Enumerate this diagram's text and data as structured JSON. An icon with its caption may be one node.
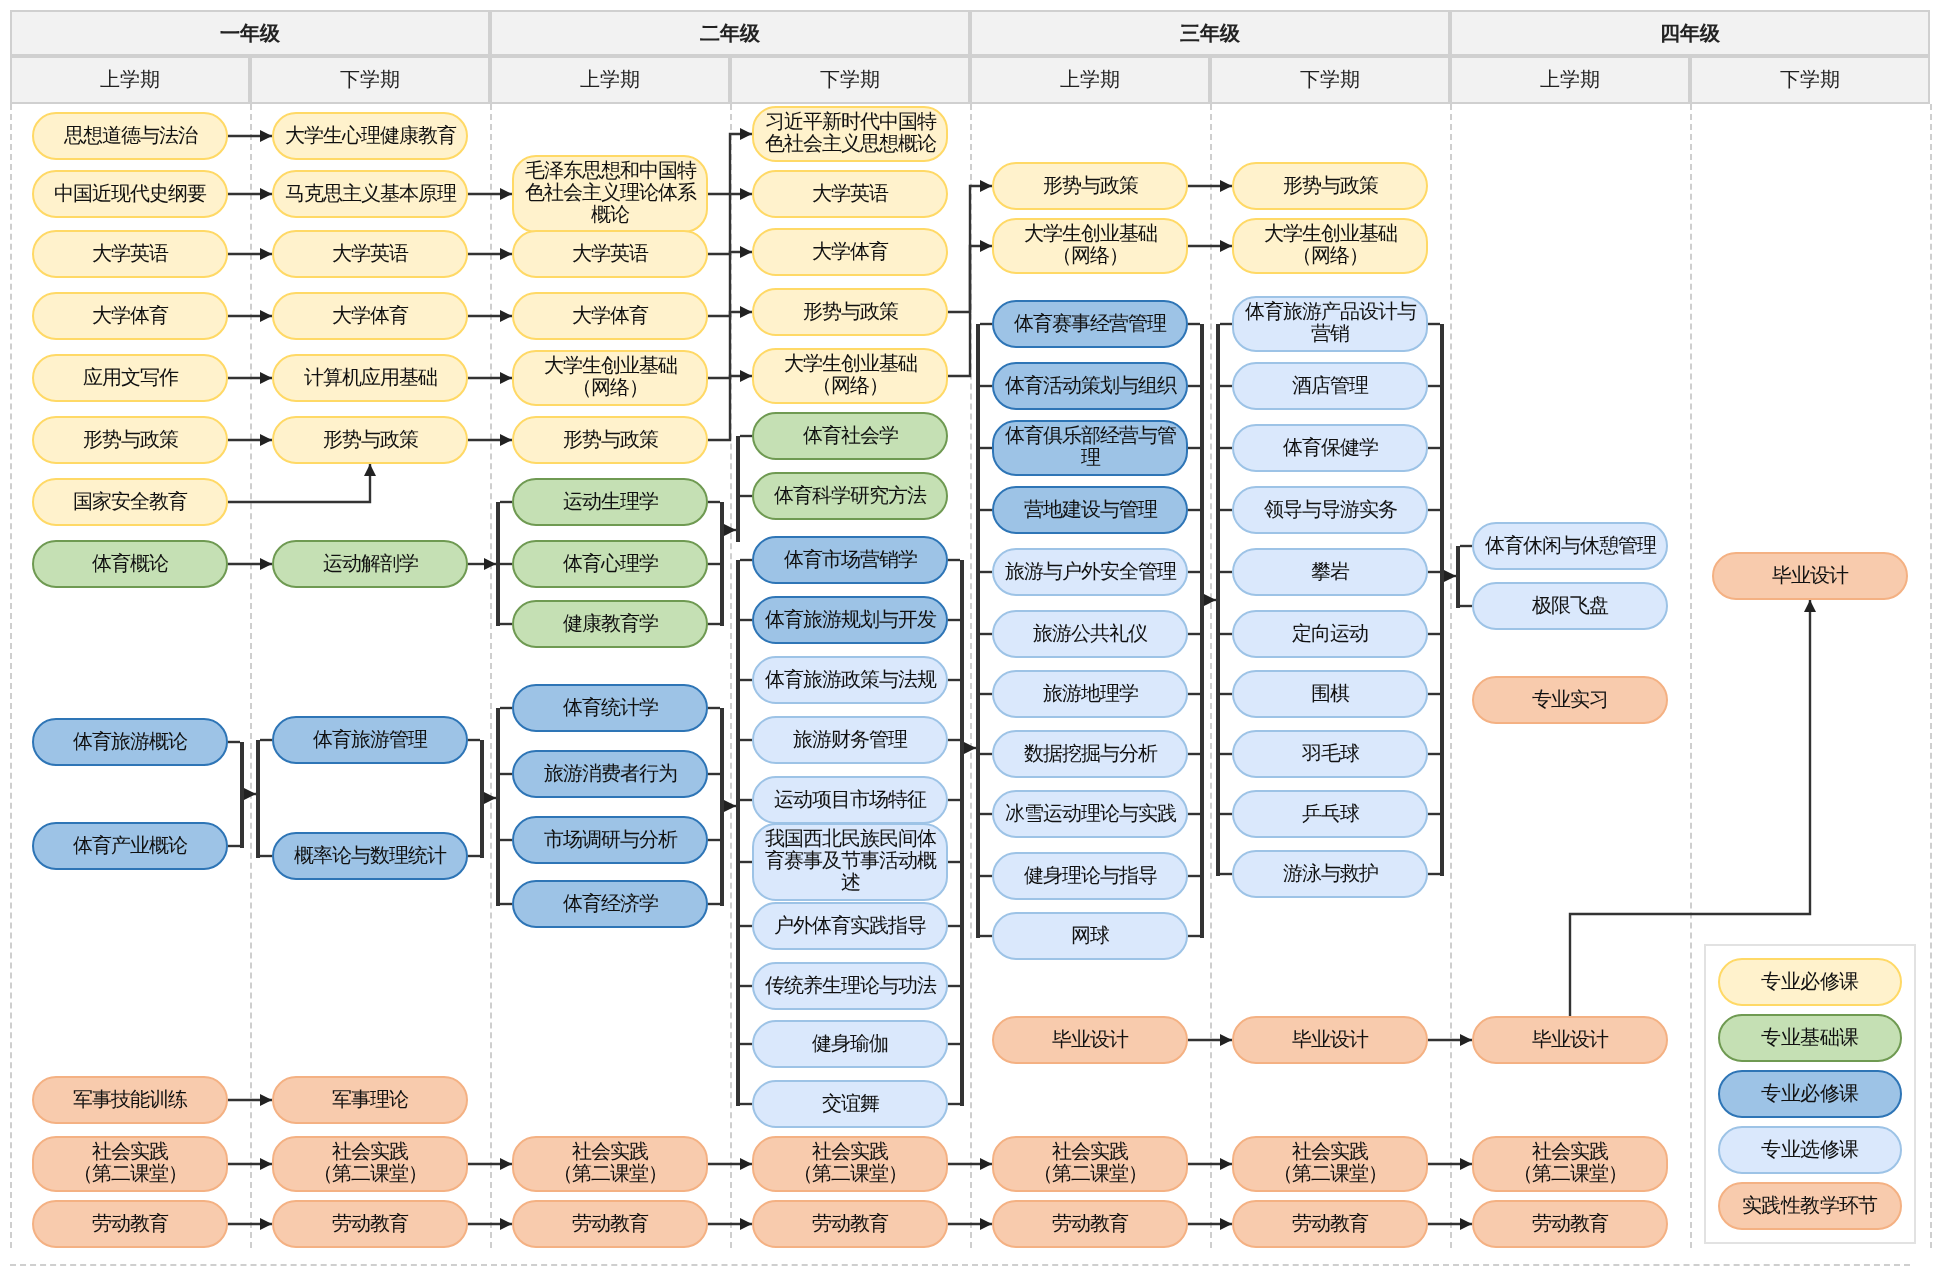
{
  "diagram": {
    "nodes": [
      {
        "text": [
          "思想道德与法治"
        ]
      },
      {
        "text": [
          "中国近现代史纲要"
        ]
      },
      {
        "text": [
          "大学英语"
        ]
      },
      {
        "text": [
          "大学体育"
        ]
      },
      {
        "text": [
          "应用文写作"
        ]
      },
      {
        "text": [
          "形势与政策"
        ]
      },
      {
        "text": [
          "国家安全教育"
        ]
      },
      {
        "text": [
          "体育概论"
        ]
      },
      {
        "text": [
          "体育旅游概论"
        ]
      },
      {
        "text": [
          "体育产业概论"
        ]
      },
      {
        "text": [
          "军事技能训练"
        ]
      },
      {
        "text": [
          "社会实践（第二课堂）"
        ]
      },
      {
        "text": [
          "劳动教育"
        ]
      },
      {
        "text": [
          "大学生心理健康教育"
        ]
      },
      {
        "text": [
          "马克思主义基本原理"
        ]
      },
      {
        "text": [
          "大学英语"
        ]
      },
      {
        "text": [
          "大学体育"
        ]
      },
      {
        "text": [
          "计算机应用基础"
        ]
      },
      {
        "text": [
          "形势与政策"
        ]
      },
      {
        "text": [
          "运动解剖学"
        ]
      },
      {
        "text": [
          "体育旅游管理"
        ]
      },
      {
        "text": [
          "概率论与数理统计"
        ]
      },
      {
        "text": [
          "军事理论"
        ]
      },
      {
        "text": [
          "社会实践（第二课堂）"
        ]
      },
      {
        "text": [
          "劳动教育"
        ]
      },
      {
        "text": [
          "毛泽东思想和中国特色社会主义理论体系概论"
        ]
      },
      {
        "text": [
          "大学英语"
        ]
      },
      {
        "text": [
          "大学体育"
        ]
      },
      {
        "text": [
          "大学生创业基础（网络）"
        ]
      },
      {
        "text": [
          "形势与政策"
        ]
      },
      {
        "text": [
          "运动生理学"
        ]
      },
      {
        "text": [
          "体育心理学"
        ]
      },
      {
        "text": [
          "健康教育学"
        ]
      },
      {
        "text": [
          "体育统计学"
        ]
      },
      {
        "text": [
          "旅游消费者行为"
        ]
      },
      {
        "text": [
          "市场调研与分析"
        ]
      },
      {
        "text": [
          "体育经济学"
        ]
      },
      {
        "text": [
          "社会实践（第二课堂）"
        ]
      },
      {
        "text": [
          "劳动教育"
        ]
      },
      {
        "text": [
          "习近平新时代中国特色社会主义思想概论"
        ]
      },
      {
        "text": [
          "大学英语"
        ]
      },
      {
        "text": [
          "大学体育"
        ]
      },
      {
        "text": [
          "形势与政策"
        ]
      },
      {
        "text": [
          "大学生创业基础（网络）"
        ]
      },
      {
        "text": [
          "体育社会学"
        ]
      },
      {
        "text": [
          "体育科学研究方法"
        ]
      },
      {
        "text": [
          "体育市场营销学"
        ]
      },
      {
        "text": [
          "体育旅游规划与开发"
        ]
      },
      {
        "text": [
          "体育旅游政策与法规"
        ]
      },
      {
        "text": [
          "旅游财务管理"
        ]
      },
      {
        "text": [
          "运动项目市场特征"
        ]
      },
      {
        "text": [
          "我国西北民族民间体育赛事及节事活动概述"
        ]
      },
      {
        "text": [
          "户外体育实践指导"
        ]
      },
      {
        "text": [
          "传统养生理论与功法"
        ]
      },
      {
        "text": [
          "健身瑜伽"
        ]
      },
      {
        "text": [
          "交谊舞"
        ]
      },
      {
        "text": [
          "社会实践（第二课堂）"
        ]
      },
      {
        "text": [
          "劳动教育"
        ]
      },
      {
        "text": [
          "形势与政策"
        ]
      },
      {
        "text": [
          "大学生创业基础（网络）"
        ]
      },
      {
        "text": [
          "体育赛事经营管理"
        ]
      },
      {
        "text": [
          "体育活动策划与组织"
        ]
      },
      {
        "text": [
          "体育俱乐部经营与管理"
        ]
      },
      {
        "text": [
          "营地建设与管理"
        ]
      },
      {
        "text": [
          "旅游与户外安全管理"
        ]
      },
      {
        "text": [
          "旅游公共礼仪"
        ]
      },
      {
        "text": [
          "旅游地理学"
        ]
      },
      {
        "text": [
          "数据挖掘与分析"
        ]
      },
      {
        "text": [
          "冰雪运动理论与实践"
        ]
      },
      {
        "text": [
          "健身理论与指导"
        ]
      },
      {
        "text": [
          "网球"
        ]
      },
      {
        "text": [
          "毕业设计"
        ]
      },
      {
        "text": [
          "社会实践（第二课堂）"
        ]
      },
      {
        "text": [
          "劳动教育"
        ]
      },
      {
        "text": [
          "形势与政策"
        ]
      },
      {
        "text": [
          "大学生创业基础（网络）"
        ]
      },
      {
        "text": [
          "体育旅游产品设计与营销"
        ]
      },
      {
        "text": [
          "酒店管理"
        ]
      },
      {
        "text": [
          "体育保健学"
        ]
      },
      {
        "text": [
          "领导与导游实务"
        ]
      },
      {
        "text": [
          "攀岩"
        ]
      },
      {
        "text": [
          "定向运动"
        ]
      },
      {
        "text": [
          "围棋"
        ]
      },
      {
        "text": [
          "羽毛球"
        ]
      },
      {
        "text": [
          "乒乓球"
        ]
      },
      {
        "text": [
          "游泳与救护"
        ]
      },
      {
        "text": [
          "毕业设计"
        ]
      },
      {
        "text": [
          "社会实践（第二课堂）"
        ]
      },
      {
        "text": [
          "劳动教育"
        ]
      },
      {
        "text": [
          "体育休闲与休憩管理"
        ]
      },
      {
        "text": [
          "极限飞盘"
        ]
      },
      {
        "text": [
          "专业实习"
        ]
      },
      {
        "text": [
          "毕业设计"
        ]
      },
      {
        "text": [
          "社会实践（第二课堂）"
        ]
      },
      {
        "text": [
          "劳动教育"
        ]
      },
      {
        "text": [
          "毕业设计"
        ]
      },
      {
        "text": [],
        "shape": "bar"
      },
      {
        "text": [],
        "shape": "bar"
      },
      {
        "text": [],
        "shape": "bar"
      },
      {
        "text": [],
        "shape": "bar"
      },
      {
        "text": [],
        "shape": "bar"
      },
      {
        "text": [],
        "shape": "bar"
      },
      {
        "text": [],
        "shape": "bar"
      },
      {
        "text": [],
        "shape": "bar"
      },
      {
        "text": [],
        "shape": "bar"
      },
      {
        "text": [],
        "shape": "bar"
      },
      {
        "text": [],
        "shape": "bar"
      },
      {
        "text": [],
        "shape": "bar"
      },
      {
        "text": [],
        "shape": "bar"
      },
      {
        "text": [],
        "shape": "bar"
      },
      {
        "text": [],
        "shape": "bar"
      }
    ],
    "edges": [
      {
        "from": 0,
        "to": 13,
        "arrow": "to"
      },
      {
        "from": 1,
        "to": 14,
        "arrow": "to"
      },
      {
        "from": 2,
        "to": 15,
        "arrow": "to"
      },
      {
        "from": 3,
        "to": 16,
        "arrow": "to"
      },
      {
        "from": 4,
        "to": 17,
        "arrow": "to"
      },
      {
        "from": 5,
        "to": 18,
        "arrow": "to"
      },
      {
        "from": 6,
        "to": 18,
        "arrow": "to"
      },
      {
        "from": 7,
        "to": 19,
        "arrow": "to"
      },
      {
        "from": 8,
        "to": 96,
        "arrow": "none"
      },
      {
        "from": 9,
        "to": 96,
        "arrow": "none"
      },
      {
        "from": 96,
        "to": 97,
        "arrow": "to"
      },
      {
        "from": 97,
        "to": 20,
        "arrow": "none"
      },
      {
        "from": 97,
        "to": 21,
        "arrow": "none"
      },
      {
        "from": 10,
        "to": 22,
        "arrow": "to"
      },
      {
        "from": 11,
        "to": 23,
        "arrow": "to"
      },
      {
        "from": 12,
        "to": 24,
        "arrow": "to"
      },
      {
        "from": 14,
        "to": 25,
        "arrow": "to"
      },
      {
        "from": 15,
        "to": 26,
        "arrow": "to"
      },
      {
        "from": 16,
        "to": 27,
        "arrow": "to"
      },
      {
        "from": 17,
        "to": 28,
        "arrow": "to"
      },
      {
        "from": 18,
        "to": 29,
        "arrow": "to"
      },
      {
        "from": 19,
        "to": 98,
        "arrow": "to"
      },
      {
        "from": 98,
        "to": 30,
        "arrow": "none"
      },
      {
        "from": 98,
        "to": 31,
        "arrow": "none"
      },
      {
        "from": 98,
        "to": 32,
        "arrow": "none"
      },
      {
        "from": 20,
        "to": 99,
        "arrow": "none"
      },
      {
        "from": 21,
        "to": 99,
        "arrow": "none"
      },
      {
        "from": 99,
        "to": 100,
        "arrow": "to"
      },
      {
        "from": 100,
        "to": 33,
        "arrow": "none"
      },
      {
        "from": 100,
        "to": 34,
        "arrow": "none"
      },
      {
        "from": 100,
        "to": 35,
        "arrow": "none"
      },
      {
        "from": 100,
        "to": 36,
        "arrow": "none"
      },
      {
        "from": 23,
        "to": 37,
        "arrow": "to"
      },
      {
        "from": 24,
        "to": 38,
        "arrow": "to"
      },
      {
        "from": 25,
        "to": 39,
        "arrow": "to"
      },
      {
        "from": 26,
        "to": 40,
        "arrow": "to"
      },
      {
        "from": 27,
        "to": 41,
        "arrow": "to"
      },
      {
        "from": 28,
        "to": 43,
        "arrow": "to"
      },
      {
        "from": 29,
        "to": 42,
        "arrow": "to"
      },
      {
        "from": 30,
        "to": 101,
        "arrow": "none"
      },
      {
        "from": 31,
        "to": 101,
        "arrow": "none"
      },
      {
        "from": 32,
        "to": 101,
        "arrow": "none"
      },
      {
        "from": 101,
        "to": 102,
        "arrow": "to"
      },
      {
        "from": 102,
        "to": 44,
        "arrow": "none"
      },
      {
        "from": 102,
        "to": 45,
        "arrow": "none"
      },
      {
        "from": 33,
        "to": 103,
        "arrow": "none"
      },
      {
        "from": 34,
        "to": 103,
        "arrow": "none"
      },
      {
        "from": 35,
        "to": 103,
        "arrow": "none"
      },
      {
        "from": 36,
        "to": 103,
        "arrow": "none"
      },
      {
        "from": 103,
        "to": 104,
        "arrow": "to"
      },
      {
        "from": 104,
        "to": 46,
        "arrow": "none"
      },
      {
        "from": 104,
        "to": 47,
        "arrow": "none"
      },
      {
        "from": 104,
        "to": 48,
        "arrow": "none"
      },
      {
        "from": 104,
        "to": 49,
        "arrow": "none"
      },
      {
        "from": 104,
        "to": 50,
        "arrow": "none"
      },
      {
        "from": 104,
        "to": 51,
        "arrow": "none"
      },
      {
        "from": 104,
        "to": 52,
        "arrow": "none"
      },
      {
        "from": 104,
        "to": 53,
        "arrow": "none"
      },
      {
        "from": 104,
        "to": 54,
        "arrow": "none"
      },
      {
        "from": 104,
        "to": 55,
        "arrow": "none"
      },
      {
        "from": 37,
        "to": 56,
        "arrow": "to"
      },
      {
        "from": 38,
        "to": 57,
        "arrow": "to"
      },
      {
        "from": 42,
        "to": 58,
        "arrow": "to"
      },
      {
        "from": 43,
        "to": 59,
        "arrow": "to"
      },
      {
        "from": 46,
        "to": 105,
        "arrow": "none"
      },
      {
        "from": 47,
        "to": 105,
        "arrow": "none"
      },
      {
        "from": 48,
        "to": 105,
        "arrow": "none"
      },
      {
        "from": 49,
        "to": 105,
        "arrow": "none"
      },
      {
        "from": 50,
        "to": 105,
        "arrow": "none"
      },
      {
        "from": 51,
        "to": 105,
        "arrow": "none"
      },
      {
        "from": 52,
        "to": 105,
        "arrow": "none"
      },
      {
        "from": 53,
        "to": 105,
        "arrow": "none"
      },
      {
        "from": 54,
        "to": 105,
        "arrow": "none"
      },
      {
        "from": 55,
        "to": 105,
        "arrow": "none"
      },
      {
        "from": 105,
        "to": 106,
        "arrow": "to"
      },
      {
        "from": 106,
        "to": 60,
        "arrow": "none"
      },
      {
        "from": 106,
        "to": 61,
        "arrow": "none"
      },
      {
        "from": 106,
        "to": 62,
        "arrow": "none"
      },
      {
        "from": 106,
        "to": 63,
        "arrow": "none"
      },
      {
        "from": 106,
        "to": 64,
        "arrow": "none"
      },
      {
        "from": 106,
        "to": 65,
        "arrow": "none"
      },
      {
        "from": 106,
        "to": 66,
        "arrow": "none"
      },
      {
        "from": 106,
        "to": 67,
        "arrow": "none"
      },
      {
        "from": 106,
        "to": 68,
        "arrow": "none"
      },
      {
        "from": 106,
        "to": 69,
        "arrow": "none"
      },
      {
        "from": 106,
        "to": 70,
        "arrow": "none"
      },
      {
        "from": 56,
        "to": 72,
        "arrow": "to"
      },
      {
        "from": 57,
        "to": 73,
        "arrow": "to"
      },
      {
        "from": 58,
        "to": 74,
        "arrow": "to"
      },
      {
        "from": 59,
        "to": 75,
        "arrow": "to"
      },
      {
        "from": 60,
        "to": 107,
        "arrow": "none"
      },
      {
        "from": 61,
        "to": 107,
        "arrow": "none"
      },
      {
        "from": 62,
        "to": 107,
        "arrow": "none"
      },
      {
        "from": 63,
        "to": 107,
        "arrow": "none"
      },
      {
        "from": 64,
        "to": 107,
        "arrow": "none"
      },
      {
        "from": 65,
        "to": 107,
        "arrow": "none"
      },
      {
        "from": 66,
        "to": 107,
        "arrow": "none"
      },
      {
        "from": 67,
        "to": 107,
        "arrow": "none"
      },
      {
        "from": 68,
        "to": 107,
        "arrow": "none"
      },
      {
        "from": 69,
        "to": 107,
        "arrow": "none"
      },
      {
        "from": 70,
        "to": 107,
        "arrow": "none"
      },
      {
        "from": 107,
        "to": 108,
        "arrow": "to"
      },
      {
        "from": 108,
        "to": 76,
        "arrow": "none"
      },
      {
        "from": 108,
        "to": 77,
        "arrow": "none"
      },
      {
        "from": 108,
        "to": 78,
        "arrow": "none"
      },
      {
        "from": 108,
        "to": 79,
        "arrow": "none"
      },
      {
        "from": 108,
        "to": 80,
        "arrow": "none"
      },
      {
        "from": 108,
        "to": 81,
        "arrow": "none"
      },
      {
        "from": 108,
        "to": 82,
        "arrow": "none"
      },
      {
        "from": 108,
        "to": 83,
        "arrow": "none"
      },
      {
        "from": 108,
        "to": 84,
        "arrow": "none"
      },
      {
        "from": 108,
        "to": 85,
        "arrow": "none"
      },
      {
        "from": 71,
        "to": 86,
        "arrow": "to"
      },
      {
        "from": 72,
        "to": 87,
        "arrow": "to"
      },
      {
        "from": 73,
        "to": 88,
        "arrow": "to"
      },
      {
        "from": 76,
        "to": 109,
        "arrow": "none"
      },
      {
        "from": 77,
        "to": 109,
        "arrow": "none"
      },
      {
        "from": 78,
        "to": 109,
        "arrow": "none"
      },
      {
        "from": 79,
        "to": 109,
        "arrow": "none"
      },
      {
        "from": 80,
        "to": 109,
        "arrow": "none"
      },
      {
        "from": 81,
        "to": 109,
        "arrow": "none"
      },
      {
        "from": 82,
        "to": 109,
        "arrow": "none"
      },
      {
        "from": 83,
        "to": 109,
        "arrow": "none"
      },
      {
        "from": 84,
        "to": 109,
        "arrow": "none"
      },
      {
        "from": 85,
        "to": 109,
        "arrow": "none"
      },
      {
        "from": 109,
        "to": 110,
        "arrow": "to"
      },
      {
        "from": 110,
        "to": 89,
        "arrow": "none"
      },
      {
        "from": 110,
        "to": 90,
        "arrow": "none"
      },
      {
        "from": 86,
        "to": 92,
        "arrow": "to"
      },
      {
        "from": 87,
        "to": 93,
        "arrow": "to"
      },
      {
        "from": 88,
        "to": 94,
        "arrow": "to"
      },
      {
        "from": 92,
        "to": 95,
        "arrow": "to"
      }
    ],
    "labels": [
      "一年级",
      "二年级",
      "三年级",
      "四年级",
      "上学期",
      "下学期",
      "上学期",
      "下学期",
      "上学期",
      "下学期",
      "上学期",
      "下学期"
    ],
    "legend": [
      {
        "text": "专业必修课",
        "color": "#fff2cc"
      },
      {
        "text": "专业基础课",
        "color": "#c5e0b4"
      },
      {
        "text": "专业必修课",
        "color": "#9dc3e6"
      },
      {
        "text": "专业选修课",
        "color": "#dae8fc"
      },
      {
        "text": "实践性教学环节",
        "color": "#f8cbad"
      }
    ]
  }
}
